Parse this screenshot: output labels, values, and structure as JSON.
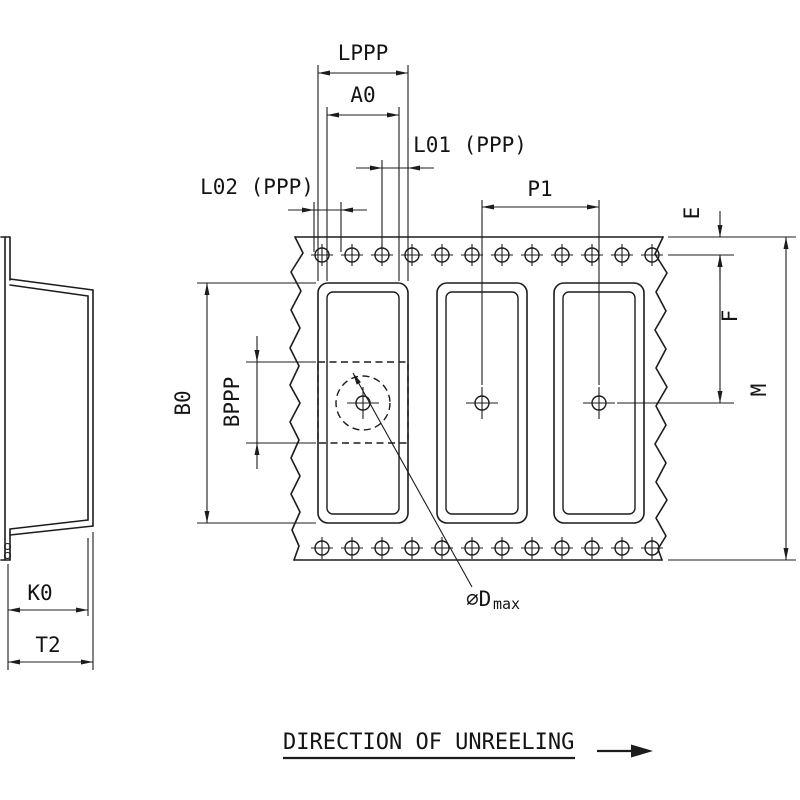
{
  "drawing": {
    "dim_labels": {
      "lppp": "LPPP",
      "a0": "A0",
      "l01": "L01 (PPP)",
      "l02": "L02 (PPP)",
      "p1": "P1",
      "e": "E",
      "f": "F",
      "m": "M",
      "b0": "B0",
      "bppp": "BPPP",
      "k0": "K0",
      "t2": "T2"
    },
    "callout": {
      "diameter_prefix": "⌀D",
      "subscript": "max"
    },
    "footer": {
      "direction_label": "DIRECTION OF UNREELING"
    },
    "colors": {
      "line": "#1c1c1c",
      "background": "#ffffff"
    }
  }
}
